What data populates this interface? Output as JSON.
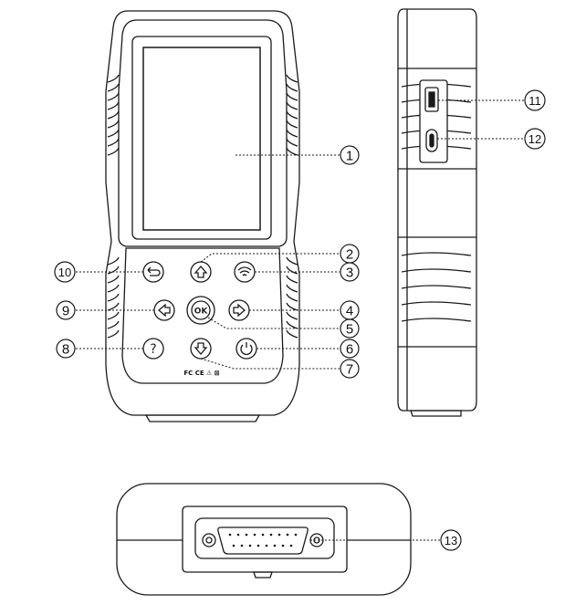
{
  "callouts": [
    {
      "id": 1,
      "label": "1"
    },
    {
      "id": 2,
      "label": "2"
    },
    {
      "id": 3,
      "label": "3"
    },
    {
      "id": 4,
      "label": "4"
    },
    {
      "id": 5,
      "label": "5"
    },
    {
      "id": 6,
      "label": "6"
    },
    {
      "id": 7,
      "label": "7"
    },
    {
      "id": 8,
      "label": "8"
    },
    {
      "id": 9,
      "label": "9"
    },
    {
      "id": 10,
      "label": "10"
    },
    {
      "id": 11,
      "label": "11"
    },
    {
      "id": 12,
      "label": "12"
    },
    {
      "id": 13,
      "label": "13"
    }
  ],
  "buttons": {
    "ok_label": "OK",
    "help_label": "?"
  },
  "certification_marks": "FC CE ⚠ ⊠"
}
